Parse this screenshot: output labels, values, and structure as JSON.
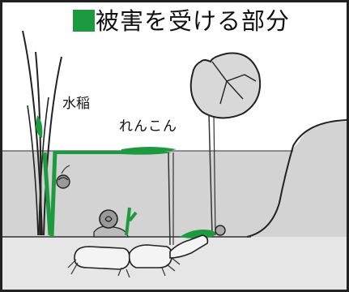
{
  "legend": {
    "title": "被害を受ける部分",
    "swatch_color": "#1d9a3f"
  },
  "labels": {
    "rice": "水稲",
    "lotus": "れんこん"
  },
  "colors": {
    "damage": "#1d9a3f",
    "water": "#d2d2d2",
    "ground": "#e6e6e6",
    "outline": "#222222"
  }
}
